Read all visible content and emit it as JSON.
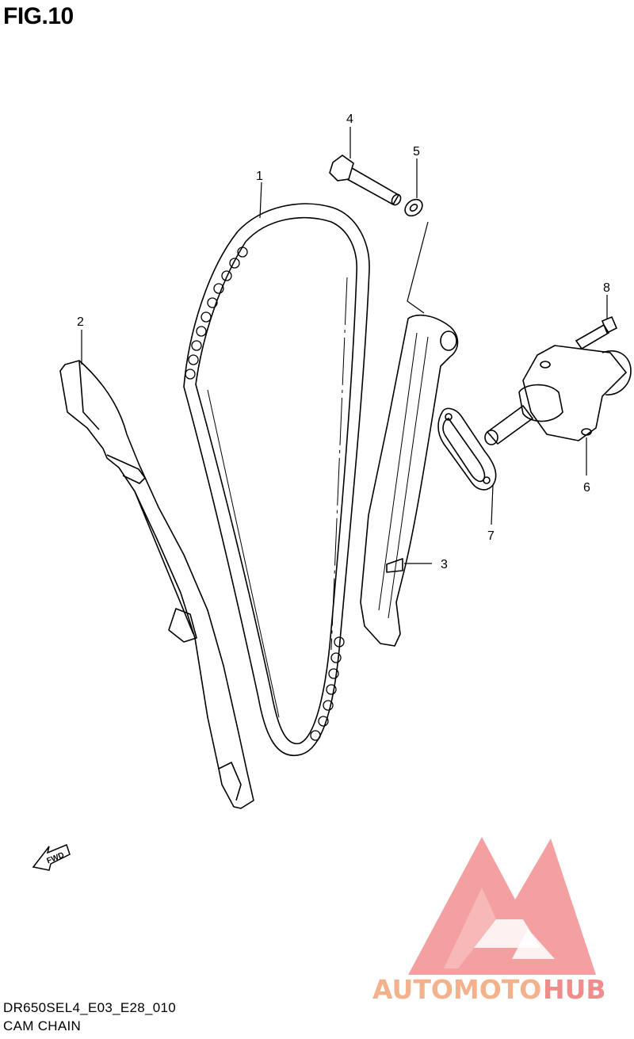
{
  "figure": {
    "title": "FIG.10",
    "model_code": "DR650SEL4_E03_E28_010",
    "section_name": "CAM CHAIN"
  },
  "callouts": [
    {
      "number": "1",
      "part": "cam-chain"
    },
    {
      "number": "2",
      "part": "front-chain-guide"
    },
    {
      "number": "3",
      "part": "chain-tensioner-guide"
    },
    {
      "number": "4",
      "part": "guide-bolt"
    },
    {
      "number": "5",
      "part": "washer"
    },
    {
      "number": "6",
      "part": "chain-tensioner-adjuster"
    },
    {
      "number": "7",
      "part": "tensioner-gasket"
    },
    {
      "number": "8",
      "part": "tensioner-bolt"
    }
  ],
  "direction_marker": {
    "label": "FWD",
    "icon": "arrow-left-icon"
  },
  "watermark": {
    "text_part1": "AUTOMOTO",
    "text_part2": "HUB",
    "colors": {
      "logo": "#f08c8c",
      "text_part1": "#f3b28c",
      "text_part2": "#f08c8c"
    }
  }
}
